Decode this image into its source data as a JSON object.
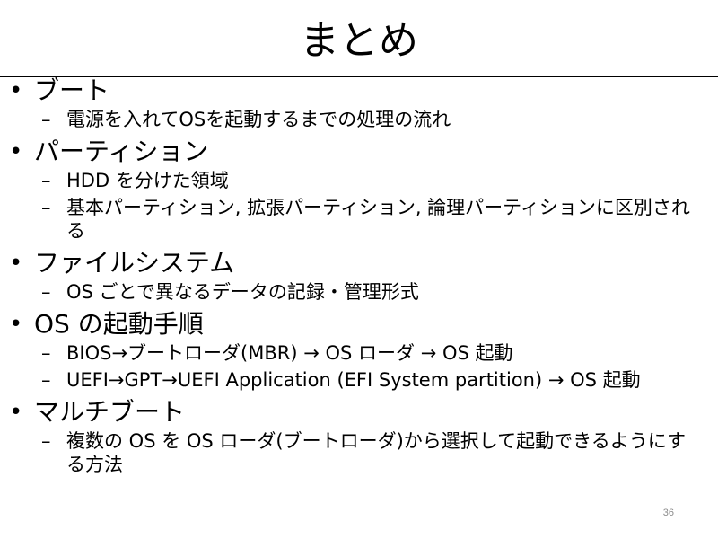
{
  "slide": {
    "title": "まとめ",
    "page_number": "36",
    "sections": [
      {
        "heading": "ブート",
        "items": [
          "電源を入れてOSを起動するまでの処理の流れ"
        ]
      },
      {
        "heading": "パーティション",
        "items": [
          "HDD を分けた領域",
          "基本パーティション, 拡張パーティション, 論理パーティションに区別される"
        ]
      },
      {
        "heading": "ファイルシステム",
        "items": [
          "OS ごとで異なるデータの記録・管理形式"
        ]
      },
      {
        "heading": "OS の起動手順",
        "items": [
          "BIOS→ブートローダ(MBR) → OS ローダ → OS 起動",
          "UEFI→GPT→UEFI Application (EFI System partition) → OS 起動"
        ]
      },
      {
        "heading": "マルチブート",
        "items": [
          "複数の OS を OS ローダ(ブートローダ)から選択して起動できるようにする方法"
        ]
      }
    ]
  }
}
